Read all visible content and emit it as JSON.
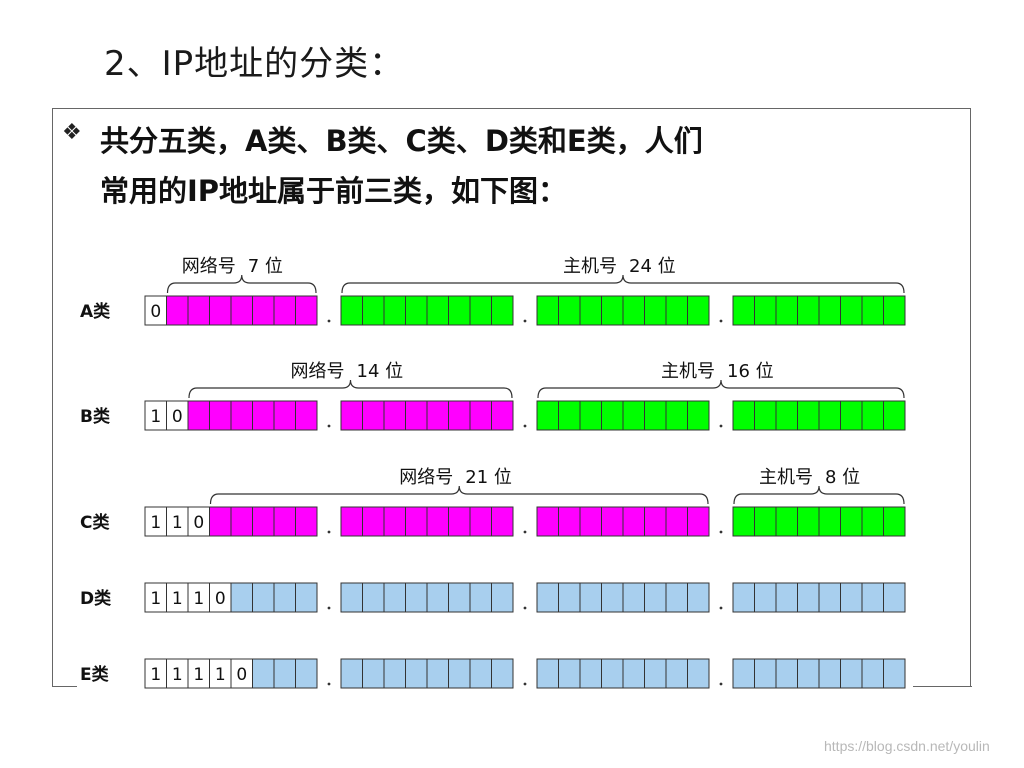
{
  "title": "2、IP地址的分类：",
  "bullet_icon": "diamond-star-icon",
  "intro": {
    "line1": "共分五类，A类、B类、C类、D类和E类，人们",
    "line2": "常用的IP地址属于前三类，如下图："
  },
  "colors": {
    "network": "#ff00ff",
    "host": "#00ff00",
    "multicast": "#a8cfee",
    "prefix": "#ffffff"
  },
  "classes": [
    {
      "name": "A类",
      "prefix": [
        "0"
      ],
      "braces": [
        {
          "label": "网络号",
          "bits": "7 位"
        },
        {
          "label": "主机号",
          "bits": "24 位"
        }
      ]
    },
    {
      "name": "B类",
      "prefix": [
        "1",
        "0"
      ],
      "braces": [
        {
          "label": "网络号",
          "bits": "14 位"
        },
        {
          "label": "主机号",
          "bits": "16 位"
        }
      ]
    },
    {
      "name": "C类",
      "prefix": [
        "1",
        "1",
        "0"
      ],
      "braces": [
        {
          "label": "网络号",
          "bits": "21 位"
        },
        {
          "label": "主机号",
          "bits": "8 位"
        }
      ]
    },
    {
      "name": "D类",
      "prefix": [
        "1",
        "1",
        "1",
        "0"
      ],
      "braces": []
    },
    {
      "name": "E类",
      "prefix": [
        "1",
        "1",
        "1",
        "1",
        "0"
      ],
      "braces": []
    }
  ],
  "watermark": "https://blog.csdn.net/youlin"
}
